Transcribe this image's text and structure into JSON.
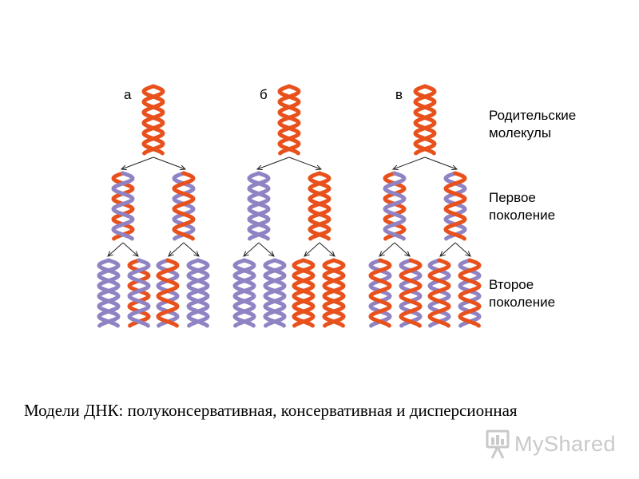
{
  "panels": [
    {
      "letter": "а",
      "parent": "red",
      "gen1": [
        [
          "blue",
          "red"
        ],
        [
          "red",
          "blue"
        ]
      ],
      "gen2": [
        [
          "blue",
          "blue"
        ],
        [
          "blue",
          "red"
        ],
        [
          "red",
          "blue"
        ],
        [
          "blue",
          "blue"
        ]
      ]
    },
    {
      "letter": "б",
      "parent": "red",
      "gen1": [
        [
          "blue",
          "blue"
        ],
        [
          "red",
          "red"
        ]
      ],
      "gen2": [
        [
          "blue",
          "blue"
        ],
        [
          "blue",
          "blue"
        ],
        [
          "red",
          "red"
        ],
        [
          "red",
          "red"
        ]
      ]
    },
    {
      "letter": "в",
      "parent": "red",
      "gen1": [
        [
          "blue",
          "red"
        ],
        [
          "red",
          "blue"
        ]
      ],
      "gen2": [
        [
          "red",
          "blue"
        ],
        [
          "red",
          "blue"
        ],
        [
          "red",
          "blue"
        ],
        [
          "red",
          "blue"
        ]
      ]
    }
  ],
  "labels": {
    "parent": [
      "Родительские",
      "молекулы"
    ],
    "gen1": [
      "Первое",
      "поколение"
    ],
    "gen2": [
      "Второе",
      "поколение"
    ]
  },
  "caption": "Модели ДНК: полуконсервативная, консервативная и дисперсионная",
  "logo": {
    "text": "MyShared",
    "icon": "presentation-board-icon"
  },
  "colors": {
    "red": "#e8501c",
    "blue": "#9083c4",
    "arrow": "#222222"
  }
}
